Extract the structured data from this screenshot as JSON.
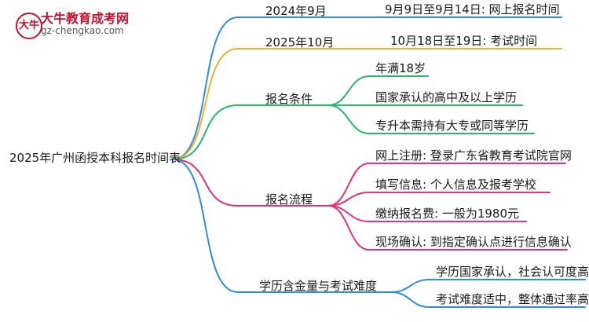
{
  "logo": {
    "badge_text": "大牛",
    "title": "大牛教育成考网",
    "url": "gz-chengkao.com"
  },
  "root": {
    "label": "2025年广州函授本科报名时间表"
  },
  "branches": [
    {
      "id": "b1",
      "label": "2024年9月",
      "color": "#2e8de3",
      "children": [
        {
          "label": "9月9日至9月14日: 网上报名时间"
        }
      ]
    },
    {
      "id": "b2",
      "label": "2025年10月",
      "color": "#f2b12f",
      "children": [
        {
          "label": "10月18日至19日: 考试时间"
        }
      ]
    },
    {
      "id": "b3",
      "label": "报名条件",
      "color": "#27b86a",
      "children": [
        {
          "label": "年满18岁"
        },
        {
          "label": "国家承认的高中及以上学历"
        },
        {
          "label": "专升本需持有大专或同等学历"
        }
      ]
    },
    {
      "id": "b4",
      "label": "报名流程",
      "color": "#e8317a",
      "children": [
        {
          "label": "网上注册: 登录广东省教育考试院官网"
        },
        {
          "label": "填写信息: 个人信息及报考学校"
        },
        {
          "label": "缴纳报名费: 一般为1980元"
        },
        {
          "label": "现场确认: 到指定确认点进行信息确认"
        }
      ]
    },
    {
      "id": "b5",
      "label": "学历含金量与考试难度",
      "color": "#2e8de3",
      "children": [
        {
          "label": "学历国家承认，社会认可度高"
        },
        {
          "label": "考试难度适中，整体通过率高"
        }
      ]
    }
  ]
}
